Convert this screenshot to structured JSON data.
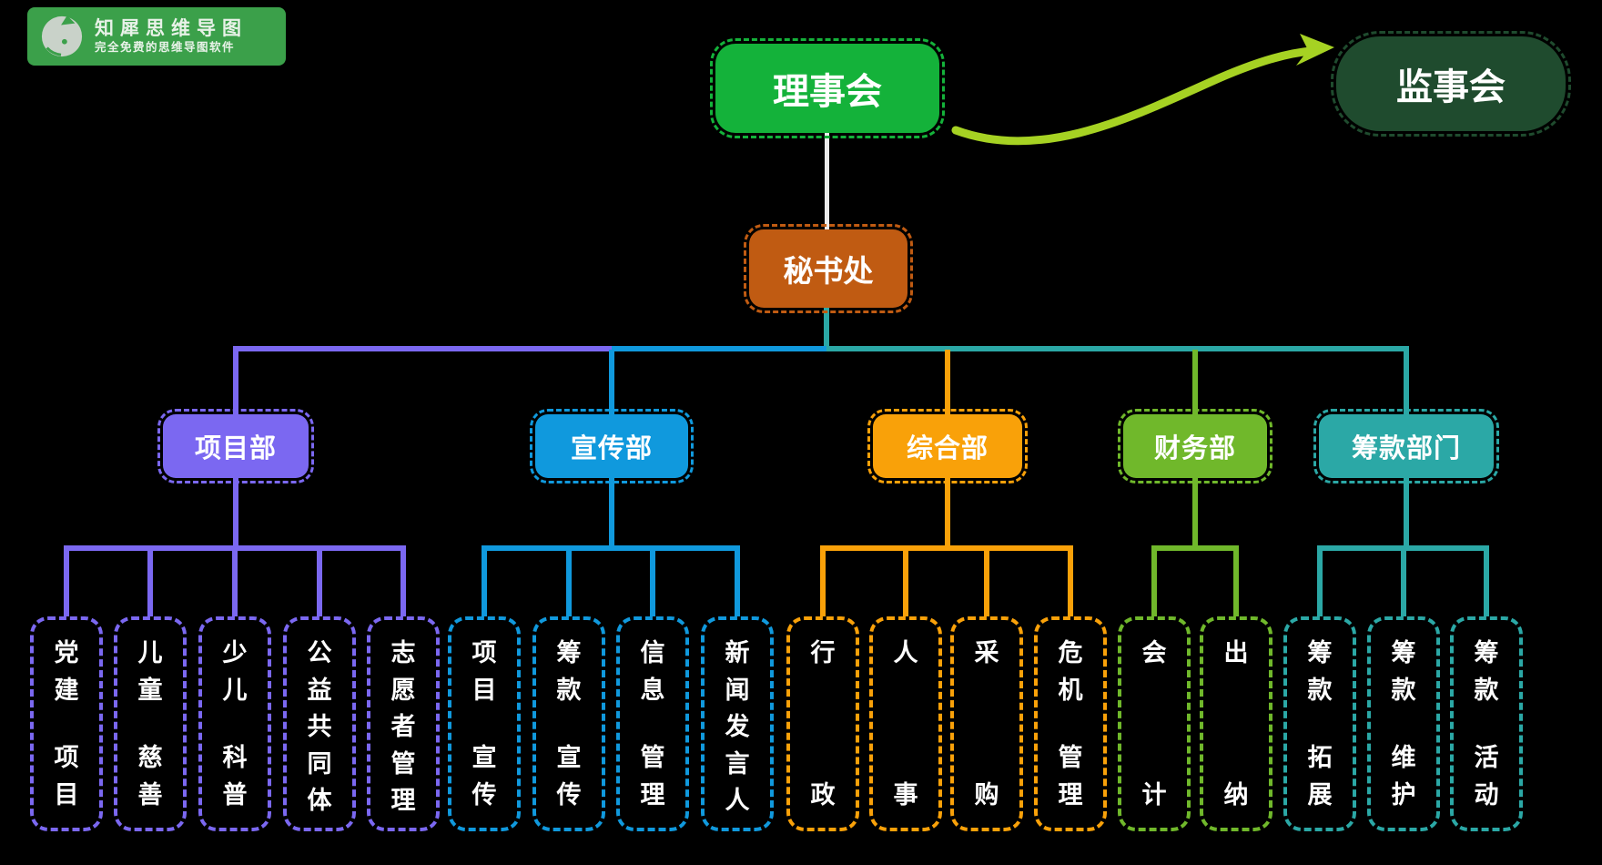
{
  "colors": {
    "background": "#000000",
    "root_green": "#14B23A",
    "supervisor_green": "#1F4B2E",
    "arrow_green": "#A6D223",
    "secretariat_orange": "#C05B12",
    "purple": "#7B68F1",
    "blue": "#1099DD",
    "orange": "#F9A109",
    "green": "#70B82B",
    "teal": "#2BA8A6",
    "white_line": "#ECECEC",
    "logo_green": "#3BA04A",
    "logo_text": "#E8F2E8",
    "rhino_gray": "#C9D2C9",
    "text_white": "#FFFFFF"
  },
  "logo": {
    "title": "知犀思维导图",
    "subtitle": "完全免费的思维导图软件",
    "icon": "rhino-icon"
  },
  "nodes": {
    "root": {
      "label": "理事会"
    },
    "supervisor": {
      "label": "监事会"
    },
    "secretariat": {
      "label": "秘书处"
    }
  },
  "departments": [
    {
      "label": "项目部",
      "color": "purple",
      "children": [
        {
          "label": "党建项目",
          "lines": [
            "党建",
            "项目"
          ]
        },
        {
          "label": "儿童慈善",
          "lines": [
            "儿童",
            "慈善"
          ]
        },
        {
          "label": "少儿科普",
          "lines": [
            "少儿",
            "科普"
          ]
        },
        {
          "label": "公益共同体",
          "lines": [
            "公益",
            "共同体"
          ]
        },
        {
          "label": "志愿者管理",
          "lines": [
            "志愿者",
            "管理"
          ]
        }
      ]
    },
    {
      "label": "宣传部",
      "color": "blue",
      "children": [
        {
          "label": "项目宣传",
          "lines": [
            "项目",
            "宣传"
          ]
        },
        {
          "label": "筹款宣传",
          "lines": [
            "筹款",
            "宣传"
          ]
        },
        {
          "label": "信息管理",
          "lines": [
            "信息",
            "管理"
          ]
        },
        {
          "label": "新闻发言人",
          "lines": [
            "新闻",
            "发言人"
          ]
        }
      ]
    },
    {
      "label": "综合部",
      "color": "orange",
      "children": [
        {
          "label": "行政",
          "lines": [
            "行",
            "政"
          ]
        },
        {
          "label": "人事",
          "lines": [
            "人",
            "事"
          ]
        },
        {
          "label": "采购",
          "lines": [
            "采",
            "购"
          ]
        },
        {
          "label": "危机管理",
          "lines": [
            "危机",
            "管理"
          ]
        }
      ]
    },
    {
      "label": "财务部",
      "color": "green",
      "children": [
        {
          "label": "会计",
          "lines": [
            "会",
            "计"
          ]
        },
        {
          "label": "出纳",
          "lines": [
            "出",
            "纳"
          ]
        }
      ]
    },
    {
      "label": "筹款部门",
      "color": "teal",
      "children": [
        {
          "label": "筹款拓展",
          "lines": [
            "筹款",
            "拓展"
          ]
        },
        {
          "label": "筹款维护",
          "lines": [
            "筹款",
            "维护"
          ]
        },
        {
          "label": "筹款活动",
          "lines": [
            "筹款",
            "活动"
          ]
        }
      ]
    }
  ]
}
